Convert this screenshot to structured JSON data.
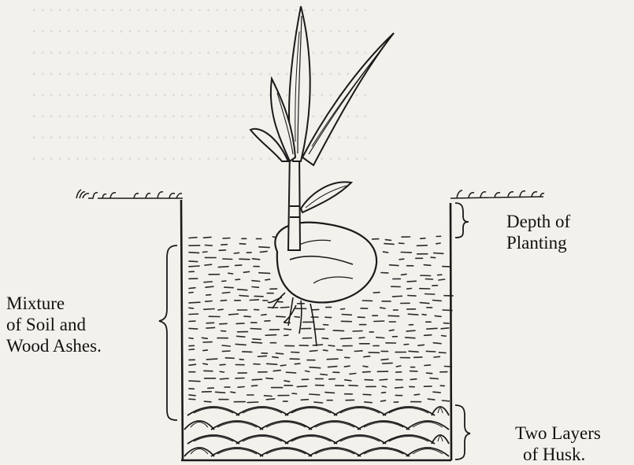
{
  "labels": {
    "depth_line1": "Depth of",
    "depth_line2": "Planting",
    "mixture_line1": "Mixture",
    "mixture_line2": "of Soil and",
    "mixture_line3": "Wood Ashes.",
    "husk_line1": "Two Layers",
    "husk_line2": "of Husk."
  },
  "colors": {
    "ink": "#1a1a1a",
    "paper": "#f3f1ec"
  }
}
